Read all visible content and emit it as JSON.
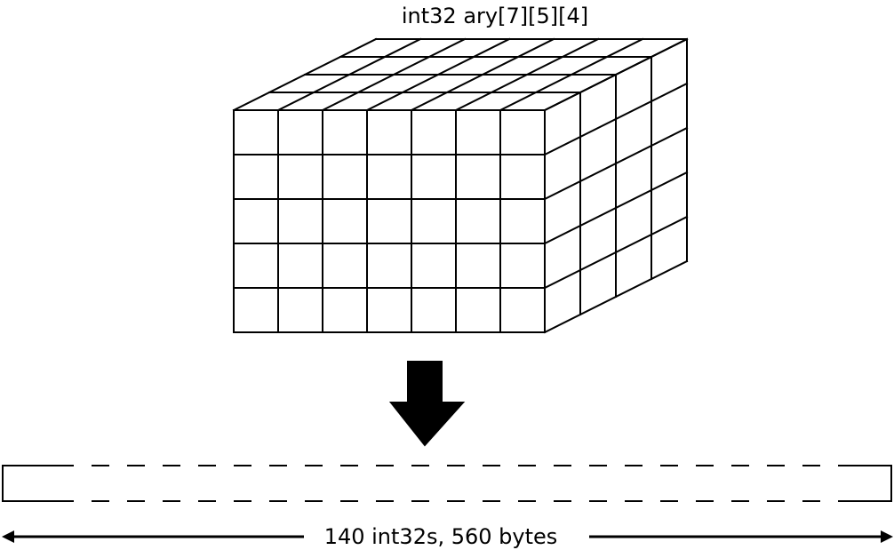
{
  "diagram": {
    "title": "int32 ary[7][5][4]",
    "size_label": "140 int32s, 560 bytes",
    "grid": {
      "columns": 7,
      "rows": 5,
      "depth": 4
    },
    "stroke_color": "#000000",
    "background_color": "#ffffff",
    "arrow_icon": "down-arrow-icon",
    "span_icon": "double-headed-arrow-icon"
  }
}
